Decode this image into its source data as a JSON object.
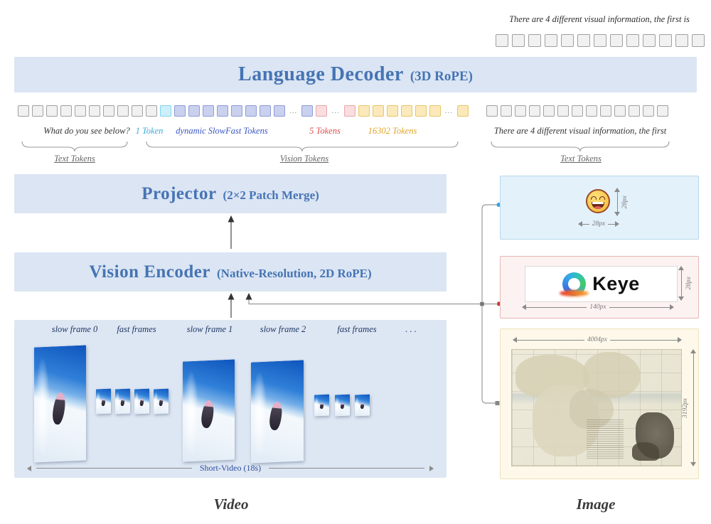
{
  "colors": {
    "css_vars": {
      "banner-bg": "#dbe5f3",
      "banner-text": "#4674b4",
      "panel-video-bg": "#dde6f3",
      "video-label": "#1f3864",
      "emoji-panel-bg": "#e3f1fb",
      "emoji-panel-border": "#b5d9ec",
      "keye-panel-bg": "#fdf2f2",
      "keye-panel-border": "#e7b7b5",
      "map-panel-bg": "#fdf8e9",
      "map-panel-border": "#efe2bb",
      "dim-color": "#8a8a8a",
      "caption-cyan": "#3aabdc",
      "caption-blue": "#3a56c4",
      "caption-red": "#e04c4c",
      "caption-yellow": "#dfa428"
    },
    "tokens": {
      "gray": {
        "bg": "#f1f1f1",
        "border": "#a0a0a0"
      },
      "cyan": {
        "bg": "#cdeffa",
        "border": "#83d3ef"
      },
      "purple": {
        "bg": "#c9d1ee",
        "border": "#8f9bd8"
      },
      "pink": {
        "bg": "#f9dde0",
        "border": "#e8a7ab"
      },
      "yellow": {
        "bg": "#fbe9bb",
        "border": "#e7c567"
      }
    }
  },
  "top_prompt": {
    "text": "There are 4 different visual information, the first is"
  },
  "banners": {
    "decoder_title": "Language Decoder",
    "decoder_subtitle": "(3D RoPE)",
    "projector_title": "Projector",
    "projector_subtitle": "(2×2 Patch Merge)",
    "encoder_title": "Vision Encoder",
    "encoder_subtitle": "(Native-Resolution, 2D RoPE)"
  },
  "token_row": {
    "ellipsis": "...",
    "decoder_sequence": [
      {
        "color": "gray",
        "count": 10
      },
      {
        "color": "cyan",
        "count": 1
      },
      {
        "color": "purple",
        "count": 8
      },
      {
        "dots": true
      },
      {
        "color": "purple",
        "count": 1
      },
      {
        "color": "pink",
        "count": 1
      },
      {
        "dots": true
      },
      {
        "color": "pink",
        "count": 1
      },
      {
        "color": "yellow",
        "count": 6
      },
      {
        "dots": true
      },
      {
        "color": "yellow",
        "count": 1
      }
    ],
    "right_text_sequence": [
      {
        "color": "gray",
        "count": 13
      }
    ],
    "top_right_sequence": [
      {
        "color": "gray",
        "count": 13
      }
    ],
    "captions": {
      "left_text": "What do you see below?",
      "one_token": "1 Token",
      "slowfast": "dynamic SlowFast Tokens",
      "five_tokens": "5 Tokens",
      "big_count": "16302 Tokens",
      "right_text": "There are 4 different visual information, the first"
    },
    "group_labels": {
      "text_left": "Text Tokens",
      "vision": "Vision Tokens",
      "text_right": "Text Tokens"
    }
  },
  "video": {
    "frame_labels": [
      "slow frame 0",
      "fast frames",
      "slow frame 1",
      "slow frame 2",
      "fast frames",
      ". . ."
    ],
    "duration_label": "Short-Video (18s)",
    "section_label": "Video"
  },
  "image_section": {
    "section_label": "Image",
    "emoji": {
      "width_label": "28px",
      "height_label": "28px"
    },
    "keye": {
      "brand": "Keye",
      "width_label": "140px",
      "height_label": "28px"
    },
    "map": {
      "width_label": "4004px",
      "height_label": "3192px"
    }
  }
}
